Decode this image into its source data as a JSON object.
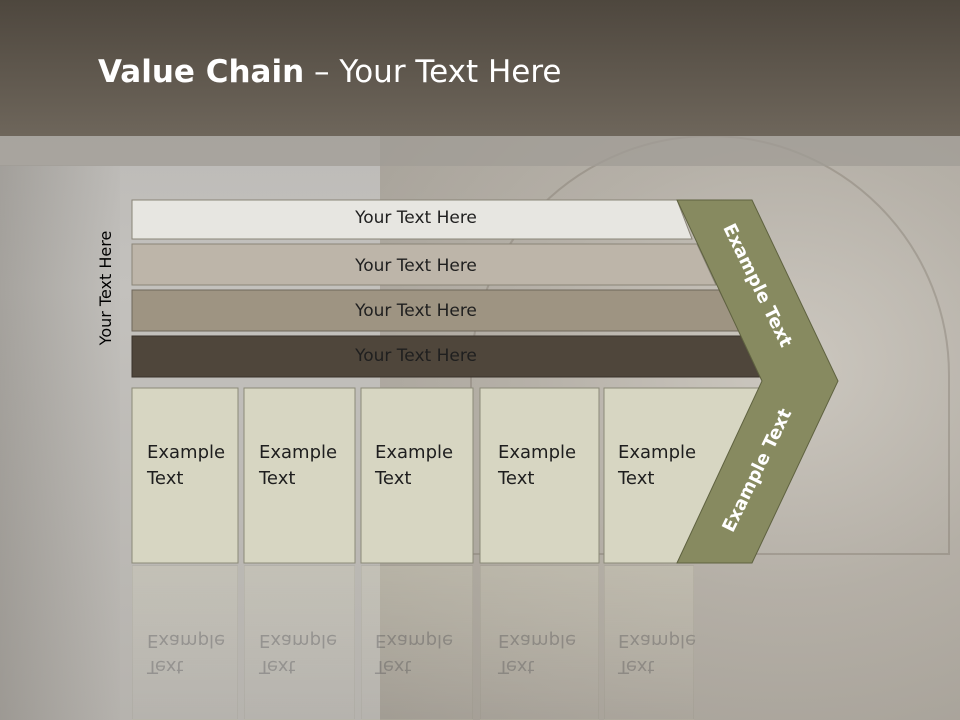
{
  "slide": {
    "title_bold": "Value Chain",
    "title_rest": " – Your Text Here",
    "side_label": "Your Text Here"
  },
  "bars": [
    {
      "label": "Your Text Here"
    },
    {
      "label": "Your Text Here"
    },
    {
      "label": "Your Text Here"
    },
    {
      "label": "Your Text Here"
    }
  ],
  "cells": [
    {
      "line1": "Example",
      "line2": "Text"
    },
    {
      "line1": "Example",
      "line2": "Text"
    },
    {
      "line1": "Example",
      "line2": "Text"
    },
    {
      "line1": "Example",
      "line2": "Text"
    },
    {
      "line1": "Example",
      "line2": "Text"
    }
  ],
  "arrow": {
    "upper_text": "Example Text",
    "lower_text": "Example Text"
  },
  "colors": {
    "header": "#5b5348",
    "bar1": "#e7e6e1",
    "bar2": "#bdb5a9",
    "bar3": "#9e9482",
    "bar4": "#4f463b",
    "cell": "#d7d6c2",
    "arrow": "#878a60"
  }
}
